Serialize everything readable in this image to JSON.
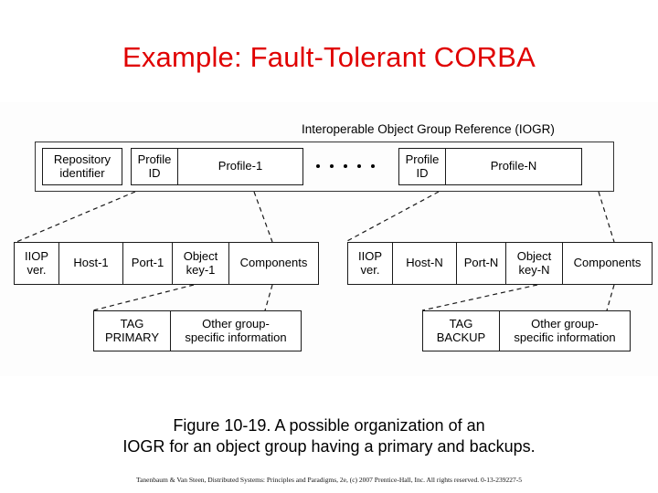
{
  "slide": {
    "title": "Example: Fault-Tolerant CORBA",
    "title_color": "#e00000",
    "background_color": "#ffffff"
  },
  "diagram": {
    "header_label": "Interoperable Object Group Reference (IOGR)",
    "ellipsis_dots": 5,
    "iogr_row": {
      "repository_identifier": "Repository\nidentifier",
      "repository_identifier_line1": "Repository",
      "repository_identifier_line2": "identifier",
      "profile_id_left_line1": "Profile",
      "profile_id_left_line2": "ID",
      "profile_left": "Profile-1",
      "profile_id_right_line1": "Profile",
      "profile_id_right_line2": "ID",
      "profile_right": "Profile-N"
    },
    "profile_detail_left": {
      "iiop_line1": "IIOP",
      "iiop_line2": "ver.",
      "host": "Host-1",
      "port": "Port-1",
      "object_key_line1": "Object",
      "object_key_line2": "key-1",
      "components": "Components"
    },
    "profile_detail_right": {
      "iiop_line1": "IIOP",
      "iiop_line2": "ver.",
      "host": "Host-N",
      "port": "Port-N",
      "object_key_line1": "Object",
      "object_key_line2": "key-N",
      "components": "Components"
    },
    "component_detail_left": {
      "tag_line1": "TAG",
      "tag_line2": "PRIMARY",
      "info_line1": "Other group-",
      "info_line2": "specific information"
    },
    "component_detail_right": {
      "tag_line1": "TAG",
      "tag_line2": "BACKUP",
      "info_line1": "Other group-",
      "info_line2": "specific information"
    }
  },
  "caption": {
    "line1": "Figure 10-19. A possible organization of an",
    "line2": "IOGR for an object group having a primary and backups."
  },
  "credit": {
    "text": "Tanenbaum & Van Steen, Distributed Systems: Principles and Paradigms, 2e, (c) 2007 Prentice-Hall, Inc. All rights reserved. 0-13-239227-5"
  }
}
